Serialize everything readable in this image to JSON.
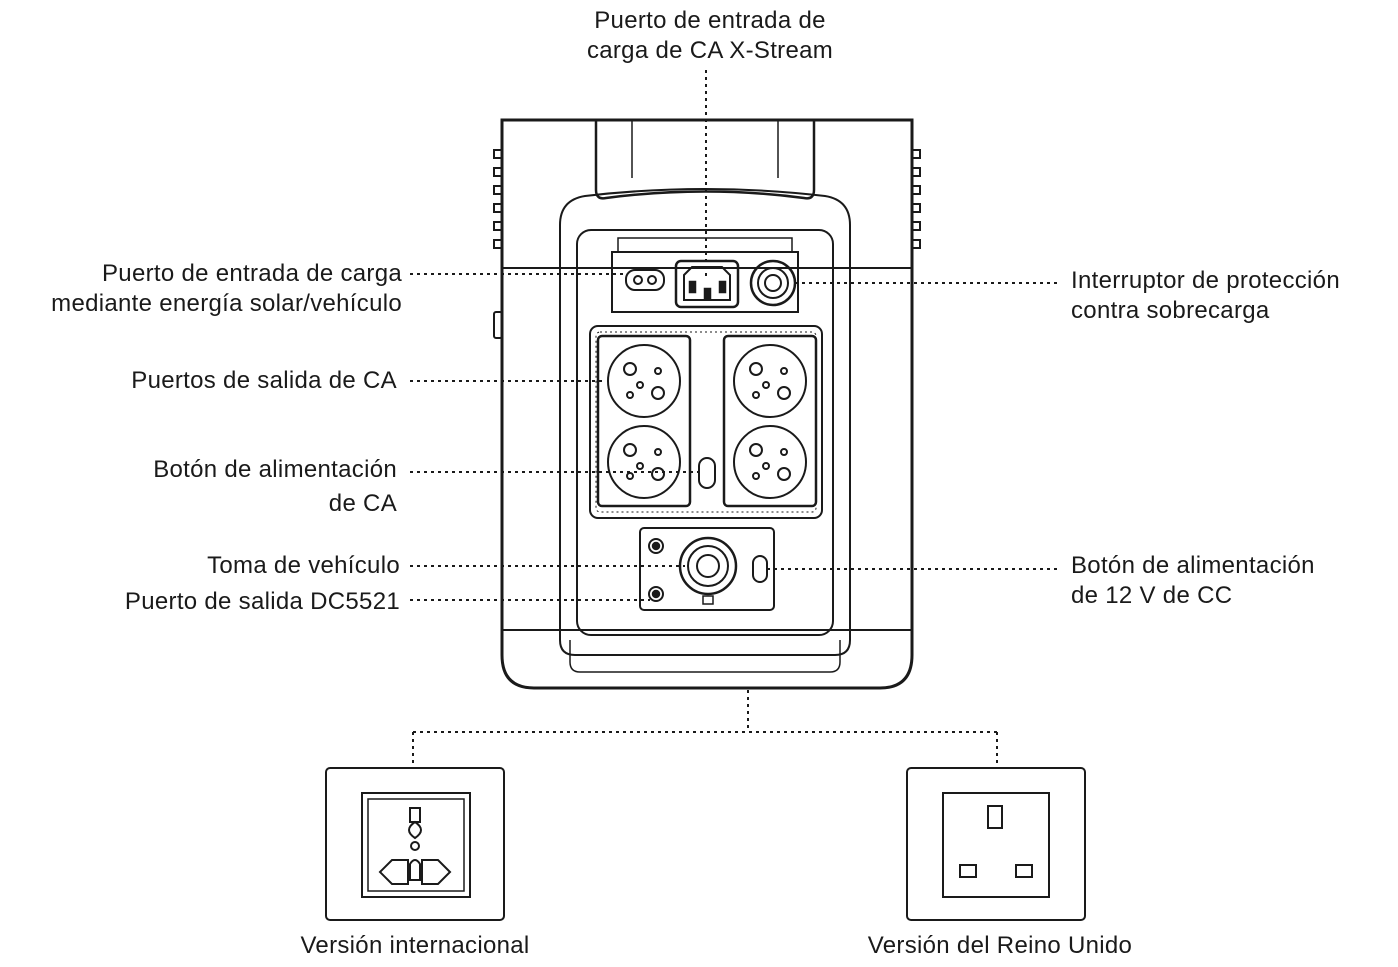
{
  "labels": {
    "ac_input_line1": "Puerto de entrada de",
    "ac_input_line2": "carga de CA X-Stream",
    "solar_input_line1": "Puerto de entrada de carga",
    "solar_input_line2": "mediante energía solar/vehículo",
    "overload_line1": "Interruptor de protección",
    "overload_line2": "contra sobrecarga",
    "ac_outputs": "Puertos de salida de CA",
    "ac_power_line1": "Botón de alimentación",
    "ac_power_line2": "de CA",
    "car_socket": "Toma de vehículo",
    "dc5521": "Puerto de salida DC5521",
    "dc_power_line1": "Botón de alimentación",
    "dc_power_line2": "de 12 V de CC",
    "intl_version": "Versión internacional",
    "uk_version": "Versión del Reino Unido"
  },
  "colors": {
    "stroke": "#1a1a1a",
    "background": "#ffffff",
    "panel_fill": "#f7f7f7"
  }
}
